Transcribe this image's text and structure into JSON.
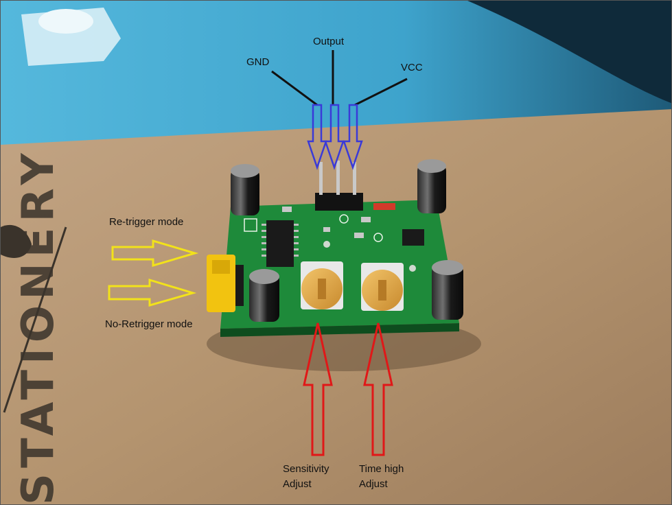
{
  "labels": {
    "output": "Output",
    "gnd": "GND",
    "vcc": "VCC",
    "retrigger": "Re-trigger mode",
    "no_retrigger": "No-Retrigger mode",
    "sensitivity_line1": "Sensitivity",
    "sensitivity_line2": "Adjust",
    "time_line1": "Time high",
    "time_line2": "Adjust"
  },
  "background_print": "STATIONERY",
  "colors": {
    "wall": "#3c9fc7",
    "cardboard": "#b8997a",
    "pcb": "#1e8a3a",
    "pin_arrows": "#3a3ad8",
    "mode_arrows": "#f2e21a",
    "adjust_arrows": "#e01818",
    "pointer_lines": "#111111"
  },
  "icons": {
    "pin_arrows": "down-arrow-icon",
    "mode_arrows": "right-arrow-icon",
    "adjust_arrows": "up-arrow-icon"
  }
}
